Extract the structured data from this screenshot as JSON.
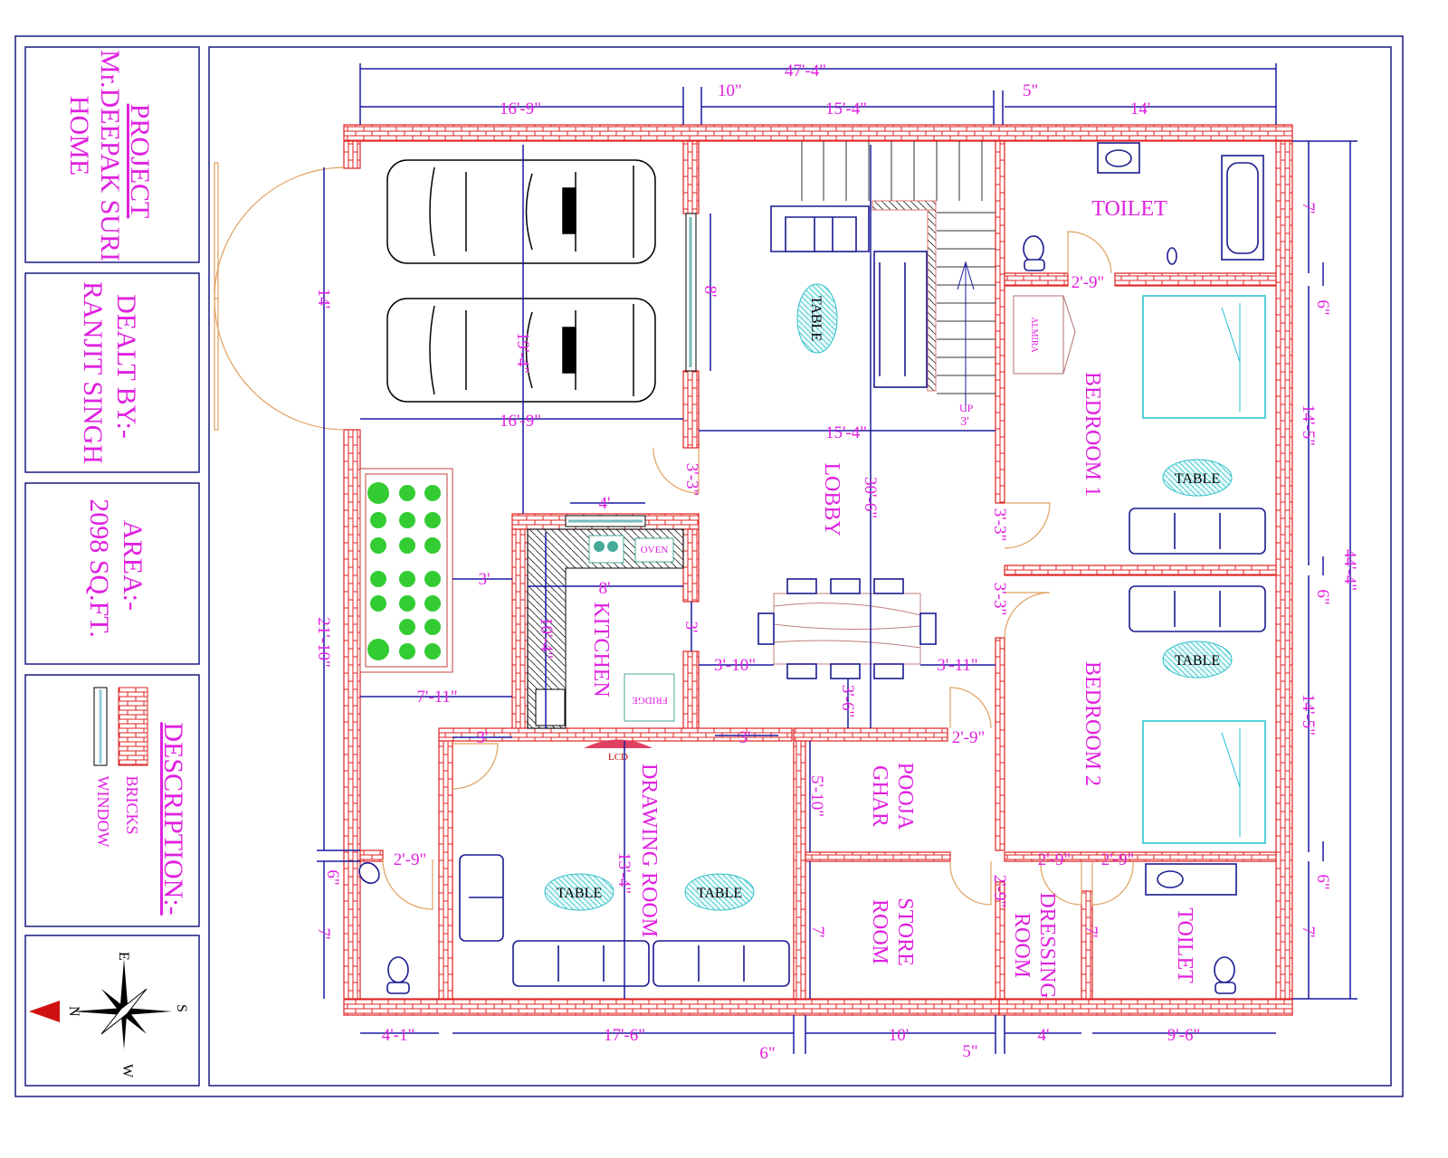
{
  "title_block": {
    "project_heading": "PROJECT",
    "project_name": "Mr.DEEPAK SURI",
    "project_line2": "HOME",
    "dealt_heading": "DEALT BY:-",
    "dealt_name": "RANJIT SINGH",
    "area_heading": "AREA:-",
    "area_value": "2098 SQ.FT.",
    "description_heading": "DESCRIPTION:-",
    "legend_bricks": "BRICKS",
    "legend_window": "WINDOW",
    "compass": {
      "n": "N",
      "s": "S",
      "e": "E",
      "w": "W"
    }
  },
  "rooms": {
    "toilet1": "TOILET",
    "bedroom1": "BEDROOM 1",
    "bedroom2": "BEDROOM 2",
    "toilet2": "TOILET",
    "lobby": "LOBBY",
    "kitchen": "KITCHEN",
    "drawing_room": "DRAWING ROOM",
    "pooja_1": "POOJA",
    "pooja_2": "GHAR",
    "store_1": "STORE",
    "store_2": "ROOM",
    "dressing_1": "DRESSING",
    "dressing_2": "ROOM"
  },
  "furniture": {
    "table": "TABLE",
    "almira": "ALMIRA",
    "oven": "OVEN",
    "fridge": "FRIDGE",
    "lcd": "LCD",
    "up": "UP"
  },
  "colors": {
    "text": "#e020e0",
    "dimension": "#1a1aa0",
    "brick": "#e02020",
    "furniture_cyan": "#20c0d0"
  },
  "dims": {
    "overall_width": "47'-4\"",
    "garage_width": "16'-9\"",
    "wall_10": "10\"",
    "lobby_width": "15'-4\"",
    "wall_5": "5\"",
    "right_width": "14'",
    "overall_depth": "44'-4\"",
    "toilet1_depth": "7'",
    "wall_6a": "6\"",
    "bed1_depth": "14'-5\"",
    "wall_6b": "6\"",
    "bed2_depth": "14'-5\"",
    "wall_6c": "6\"",
    "toilet2_depth": "7'",
    "garage_door": "14'",
    "left_depth": "21'-10\"",
    "wall_6d": "6\"",
    "bath_left_depth": "7'",
    "b_4_1": "4'-1\"",
    "b_17_6": "17'-6\"",
    "b_6": "6\"",
    "b_10": "10'",
    "b_5": "5\"",
    "b_4": "4'",
    "b_9_6": "9'-6\"",
    "garage_inner": "16'-9\"",
    "lobby_inner": "15'-4\"",
    "garage_depth": "19'-4\"",
    "window_8": "8'",
    "lobby_depth": "30'-6\"",
    "door_3_3a": "3'-3\"",
    "garden_3": "3'",
    "kitchen_window": "4'",
    "kitchen_width": "8'",
    "kitchen_depth": "10'-4\"",
    "kitchen_door": "3'",
    "dining_left": "3'-10\"",
    "dining_right": "3'-11\"",
    "dining_gap": "3'-6\"",
    "garden_width": "7'-11\"",
    "drawing_door": "3'",
    "lobby_opening": "3'",
    "pooja_door": "2'-9\"",
    "pooja_depth": "5'-10\"",
    "drawing_depth": "13'-4\"",
    "bath_left_door": "2'-9\"",
    "dressing_door": "2'-9\"",
    "toilet2_door": "2'-9\"",
    "store_door": "2'-9\"",
    "bed1_door": "3'-3\"",
    "bed2_door": "3'-3\"",
    "toilet1_door": "2'-9\"",
    "stair_3": "3'",
    "toilet2_7": "7'",
    "store_7": "7'"
  }
}
